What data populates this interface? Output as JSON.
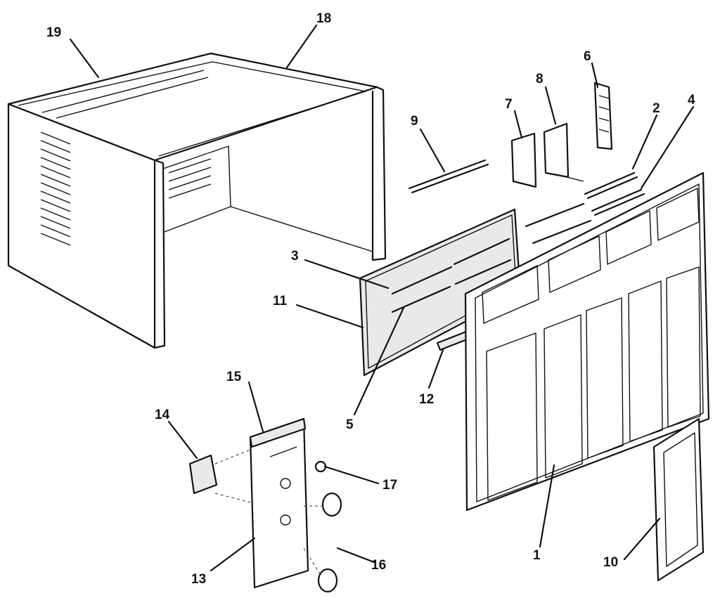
{
  "diagram": {
    "callouts": [
      {
        "id": "c19",
        "label": "19"
      },
      {
        "id": "c18",
        "label": "18"
      },
      {
        "id": "c9",
        "label": "9"
      },
      {
        "id": "c7",
        "label": "7"
      },
      {
        "id": "c8",
        "label": "8"
      },
      {
        "id": "c6",
        "label": "6"
      },
      {
        "id": "c2",
        "label": "2"
      },
      {
        "id": "c4",
        "label": "4"
      },
      {
        "id": "c3",
        "label": "3"
      },
      {
        "id": "c11",
        "label": "11"
      },
      {
        "id": "c5",
        "label": "5"
      },
      {
        "id": "c12",
        "label": "12"
      },
      {
        "id": "c15",
        "label": "15"
      },
      {
        "id": "c14",
        "label": "14"
      },
      {
        "id": "c17",
        "label": "17"
      },
      {
        "id": "c16",
        "label": "16"
      },
      {
        "id": "c13",
        "label": "13"
      },
      {
        "id": "c1",
        "label": "1"
      },
      {
        "id": "c10",
        "label": "10"
      }
    ]
  }
}
